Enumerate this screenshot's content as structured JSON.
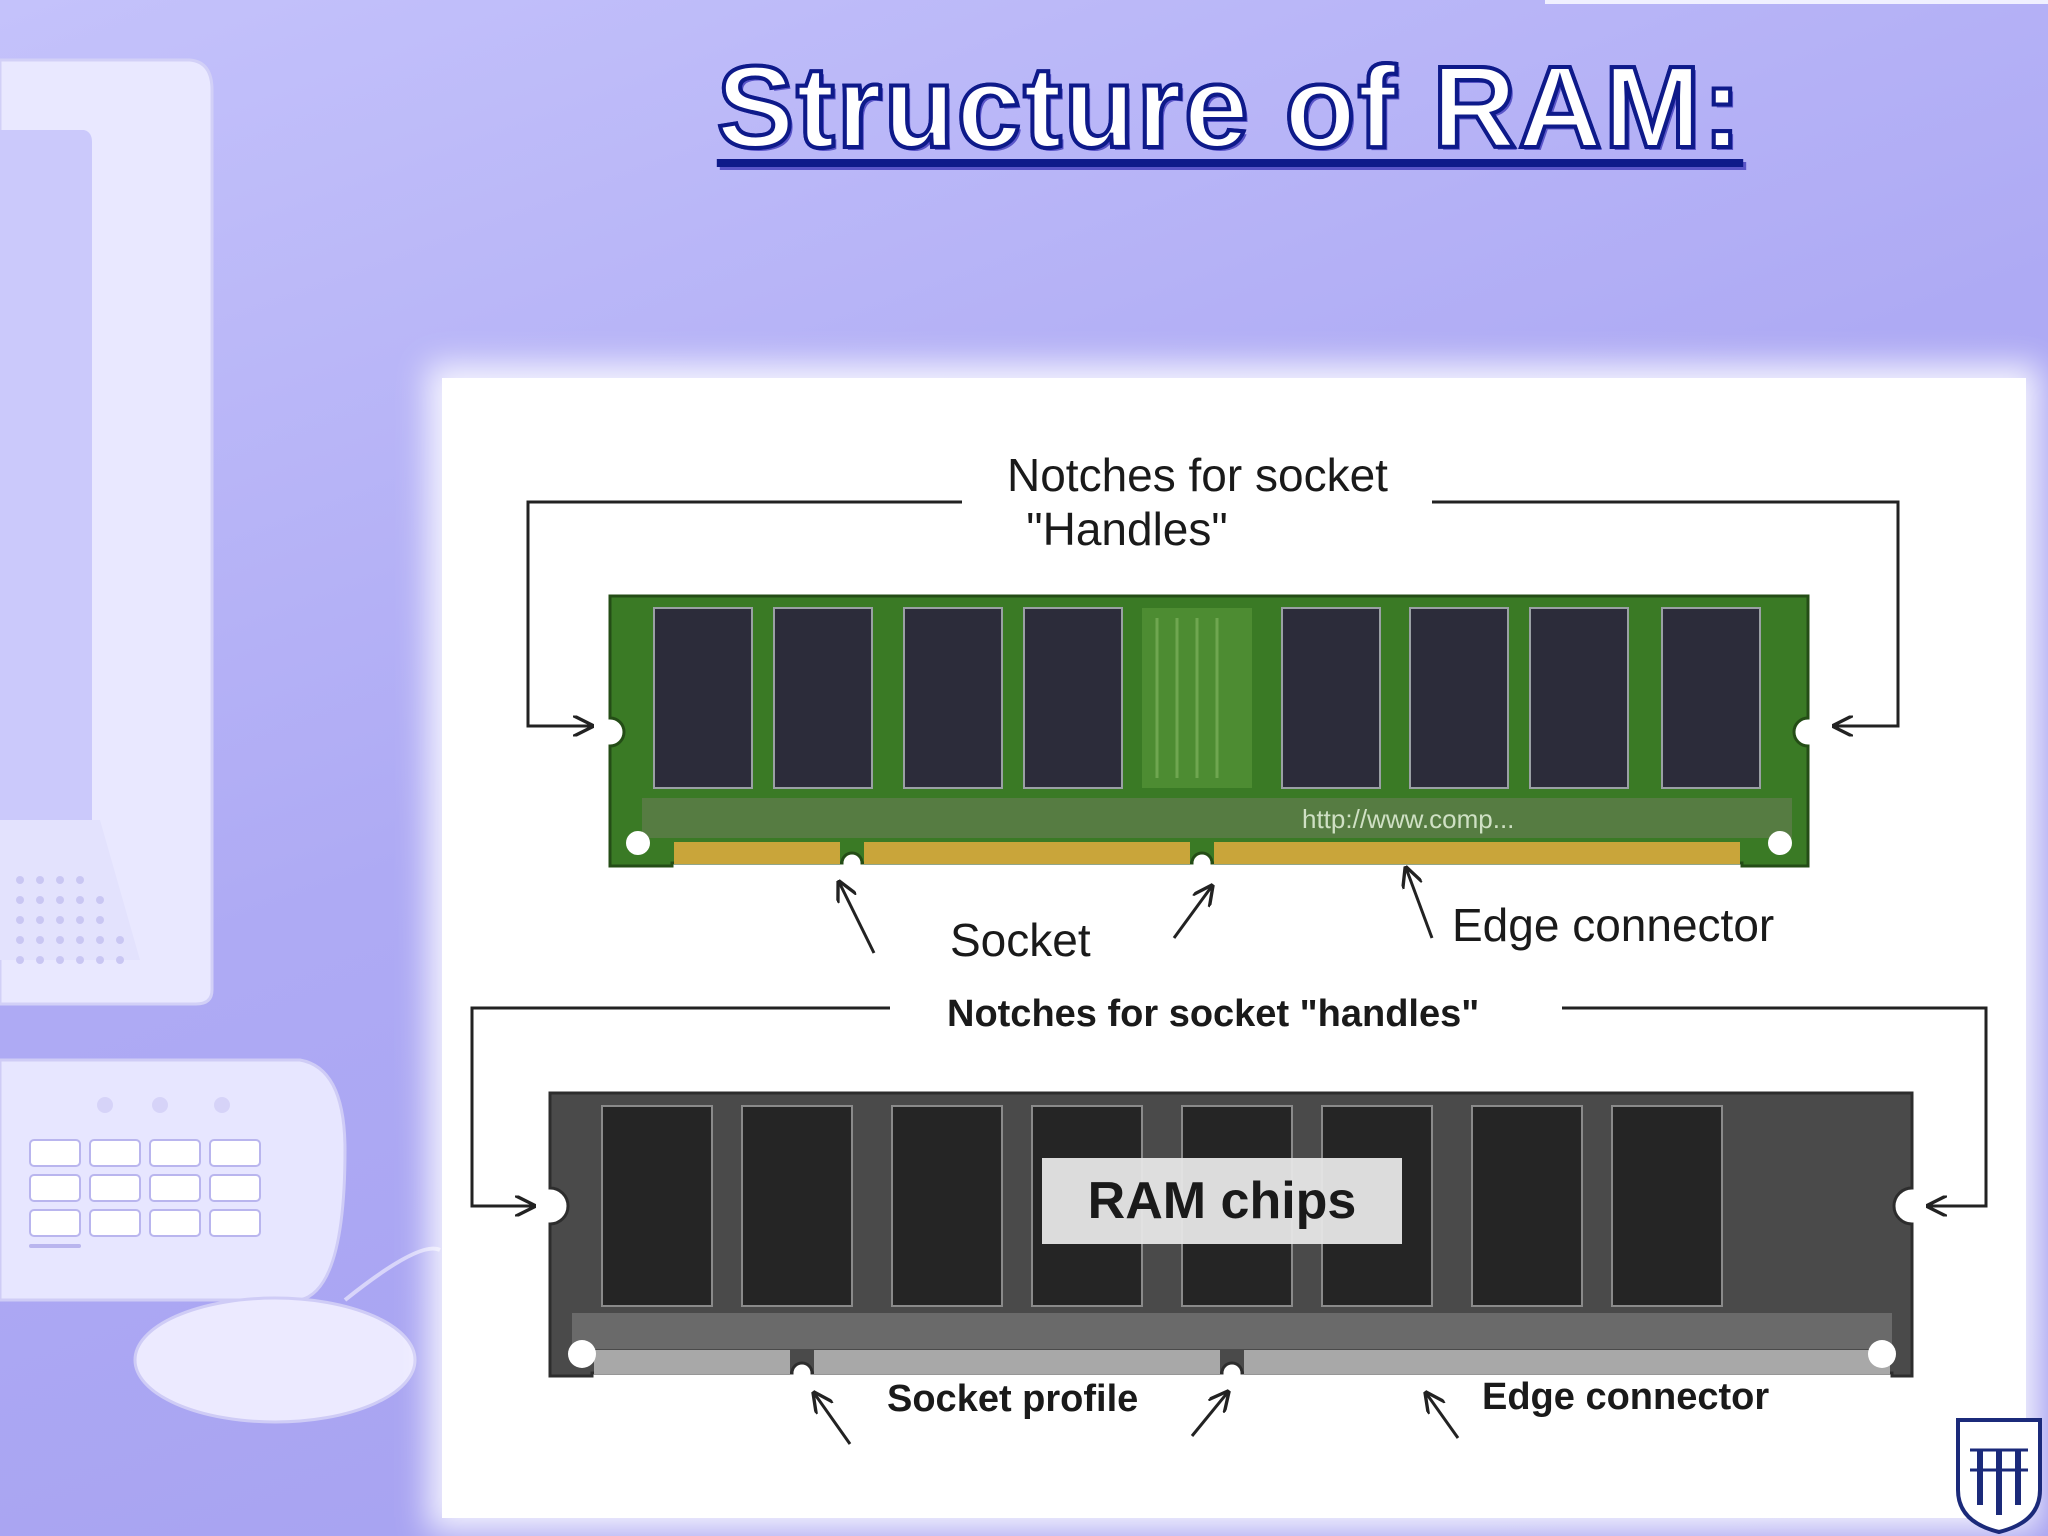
{
  "title": "Structure of RAM:",
  "diagram": {
    "top_module": {
      "notches_label_line1": "Notches for socket",
      "notches_label_line2": "\"Handles\"",
      "socket_label": "Socket",
      "edge_connector_label": "Edge connector",
      "watermark_text": "http://www.comp..."
    },
    "bottom_module": {
      "notches_label": "Notches for socket \"handles\"",
      "ram_chips_label": "RAM chips",
      "socket_profile_label": "Socket profile",
      "edge_connector_label": "Edge connector"
    }
  },
  "colors": {
    "background": "#aeaaf4",
    "title_fill": "#ffffff",
    "title_outline": "#0e1a8a",
    "pcb_green": "#2f6b1f",
    "chip_dark": "#2c2c3a",
    "gold_pins": "#c9a53a"
  }
}
